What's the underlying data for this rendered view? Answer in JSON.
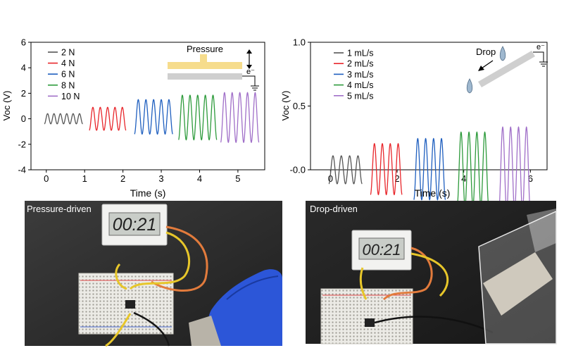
{
  "chart_data": [
    {
      "type": "line",
      "xlabel": "Time (s)",
      "ylabel": "Voc (V)",
      "xlim": [
        -0.4,
        5.7
      ],
      "ylim": [
        -4,
        6
      ],
      "xticks": [
        0,
        1,
        2,
        3,
        4,
        5
      ],
      "yticks": [
        -4,
        -2,
        0,
        2,
        4,
        6
      ],
      "series": [
        {
          "name": "2 N",
          "color": "#555555",
          "t_start": -0.05,
          "t_end": 0.95,
          "cycles": 6,
          "center": 0.0,
          "amplitude": 0.4
        },
        {
          "name": "4 N",
          "color": "#e8262b",
          "t_start": 1.12,
          "t_end": 2.08,
          "cycles": 5,
          "center": 0.0,
          "amplitude": 0.9
        },
        {
          "name": "6 N",
          "color": "#1f5fbf",
          "t_start": 2.3,
          "t_end": 3.3,
          "cycles": 5,
          "center": 0.15,
          "amplitude": 1.35
        },
        {
          "name": "8 N",
          "color": "#2e9b3c",
          "t_start": 3.45,
          "t_end": 4.45,
          "cycles": 5,
          "center": 0.1,
          "amplitude": 1.75
        },
        {
          "name": "10 N",
          "color": "#a06fc8",
          "t_start": 4.55,
          "t_end": 5.55,
          "cycles": 5,
          "center": 0.1,
          "amplitude": 1.95
        }
      ],
      "inset": {
        "label": "Pressure",
        "electron_label": "e⁻"
      }
    },
    {
      "type": "line",
      "xlabel": "Time (s)",
      "ylabel": "Voc (V)",
      "xlim": [
        -0.6,
        6.5
      ],
      "ylim": [
        0.0,
        1.0
      ],
      "xticks": [
        0,
        2,
        4,
        6
      ],
      "yticks": [
        0.0,
        0.5,
        1.0
      ],
      "ytick_labels": [
        "-0.0",
        "0.5",
        "1.0"
      ],
      "series": [
        {
          "name": "1 mL/s",
          "color": "#555555",
          "t_start": -0.05,
          "t_end": 0.95,
          "cycles": 4,
          "center": 0.0,
          "amplitude": 0.11
        },
        {
          "name": "2 mL/s",
          "color": "#e8262b",
          "t_start": 1.2,
          "t_end": 2.15,
          "cycles": 4,
          "center": 0.005,
          "amplitude": 0.2
        },
        {
          "name": "3 mL/s",
          "color": "#1f5fbf",
          "t_start": 2.5,
          "t_end": 3.45,
          "cycles": 4,
          "center": 0.005,
          "amplitude": 0.24
        },
        {
          "name": "4 mL/s",
          "color": "#2e9b3c",
          "t_start": 3.8,
          "t_end": 4.75,
          "cycles": 4,
          "center": 0.005,
          "amplitude": 0.29
        },
        {
          "name": "5 mL/s",
          "color": "#a06fc8",
          "t_start": 5.05,
          "t_end": 6.0,
          "cycles": 4,
          "center": 0.005,
          "amplitude": 0.33
        }
      ],
      "inset": {
        "label": "Drop",
        "electron_label": "e⁻"
      }
    }
  ],
  "photos": [
    {
      "label": "Pressure-driven",
      "timer": "00:21"
    },
    {
      "label": "Drop-driven",
      "timer": "00:21"
    }
  ]
}
